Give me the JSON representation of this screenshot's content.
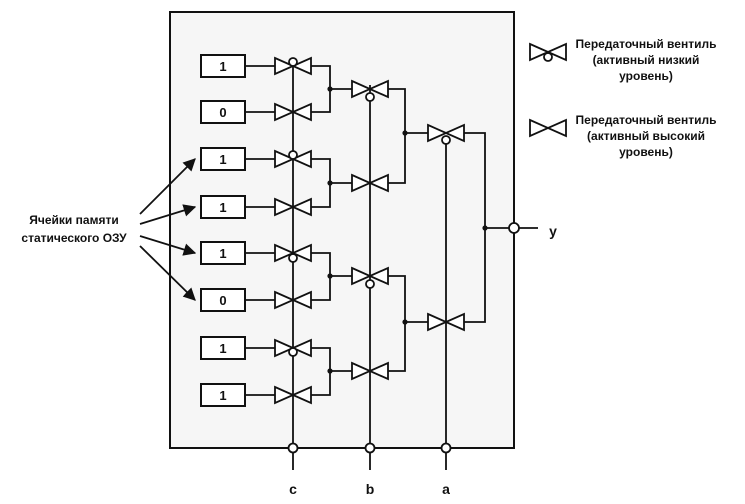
{
  "cells": [
    "1",
    "0",
    "1",
    "1",
    "1",
    "0",
    "1",
    "1"
  ],
  "sram_label": {
    "line1": "Ячейки памяти",
    "line2": "статического ОЗУ"
  },
  "select_inputs": [
    "c",
    "b",
    "a"
  ],
  "output_label": "y",
  "legend": {
    "active_low": {
      "line1": "Передаточный вентиль",
      "line2": "(активный низкий",
      "line3": "уровень)"
    },
    "active_high": {
      "line1": "Передаточный вентиль",
      "line2": "(активный высокий",
      "line3": "уровень)"
    }
  }
}
